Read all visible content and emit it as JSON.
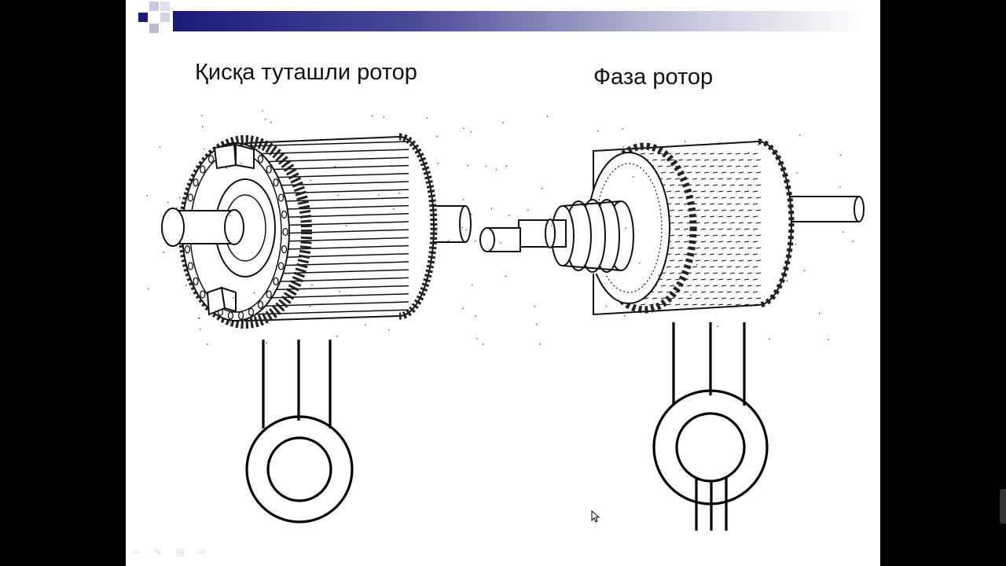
{
  "slide": {
    "titles": {
      "left": "Қисқа туташли ротор",
      "right": "Фаза ротор"
    },
    "colors": {
      "accent": "#1a1a7a",
      "slide_bg": "#ffffff",
      "frame_bg": "#000000",
      "line": "#111111"
    },
    "figures": [
      {
        "name": "squirrel-cage-rotor",
        "icon": "rotor-drawing"
      },
      {
        "name": "wound-rotor",
        "icon": "rotor-drawing"
      }
    ],
    "symbols": [
      {
        "name": "short-circuit-rotor-symbol",
        "external_leads": 0
      },
      {
        "name": "phase-rotor-symbol",
        "external_leads": 3
      }
    ],
    "nav_icons": [
      "arrow-left-icon",
      "pen-icon",
      "menu-icon",
      "arrow-right-icon"
    ]
  }
}
